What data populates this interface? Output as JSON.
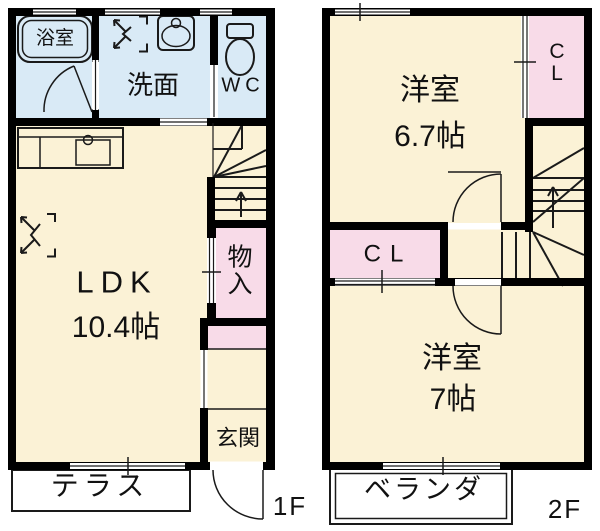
{
  "title": "floor-plan",
  "colors": {
    "cream": "#FBF2D6",
    "blue": "#D9EAF6",
    "pink": "#F8DBE8",
    "wall": "#000000",
    "line": "#1a1a1a",
    "paper": "#ffffff"
  },
  "floor1": {
    "label": "1F",
    "bathroom": {
      "label": "浴室"
    },
    "washroom": {
      "label": "洗面"
    },
    "wc": {
      "label": "WC"
    },
    "ldk": {
      "label": "LDK",
      "size": "10.4帖"
    },
    "storage": {
      "line1": "物",
      "line2": "入"
    },
    "entrance": {
      "label": "玄関"
    },
    "terrace": {
      "label": "テラス"
    }
  },
  "floor2": {
    "label": "2F",
    "bedroom1": {
      "label": "洋室",
      "size": "6.7帖"
    },
    "closet_upper": {
      "line1": "C",
      "line2": "L"
    },
    "closet_mid": {
      "label": "CL"
    },
    "bedroom2": {
      "label": "洋室",
      "size": "7帖"
    },
    "veranda": {
      "label": "ベランダ"
    }
  },
  "icons": {
    "bathtub": "bathtub-icon",
    "washbasin": "washbasin-icon",
    "toilet": "toilet-icon",
    "kitchen": "kitchen-counter-icon",
    "appliance_space": "appliance-space-icon",
    "stairs": "stairs-icon",
    "door": "door-swing-icon",
    "window": "window-icon"
  }
}
